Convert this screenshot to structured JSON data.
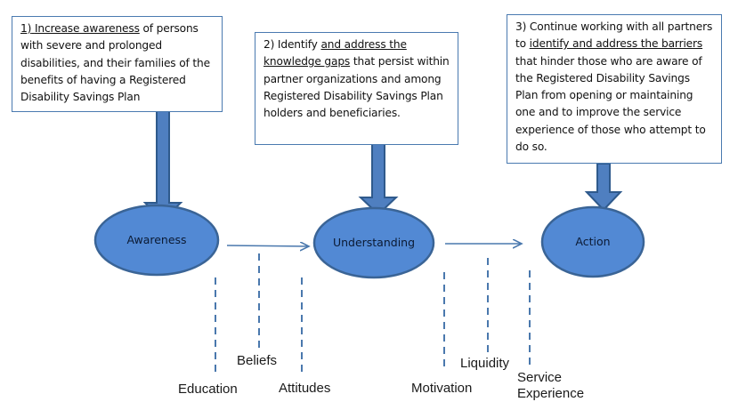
{
  "colors": {
    "node_fill": "#5289d4",
    "node_stroke": "#3a6496",
    "arrow_fill": "#4f7fc0",
    "arrow_stroke": "#2f5a8c",
    "line": "#4a78ad",
    "box_border": "#4a7ab0",
    "text": "#111111"
  },
  "goals": [
    {
      "number": "1)",
      "underlined": "Increase awareness",
      "rest": " of persons with severe and prolonged disabilities, and their families of the benefits of having a Registered Disability Savings Plan"
    },
    {
      "number": "2) Identify",
      "underlined": "and address the knowledge  gaps",
      "rest": " that persist within partner organizations and among Registered Disability Savings Plan holders and beneficiaries."
    },
    {
      "number": "3) Continue working with all partners to",
      "underlined": "identify and address the barriers",
      "rest": " that hinder those who are aware of the Registered Disability Savings Plan from opening or maintaining one and to improve the service experience of those who attempt to do so."
    }
  ],
  "stages": [
    {
      "label": "Awareness"
    },
    {
      "label": "Understanding"
    },
    {
      "label": "Action"
    }
  ],
  "factors": [
    {
      "label": "Education"
    },
    {
      "label": "Beliefs"
    },
    {
      "label": "Attitudes"
    },
    {
      "label": "Motivation"
    },
    {
      "label": "Liquidity"
    },
    {
      "label": "Service Experience"
    }
  ]
}
